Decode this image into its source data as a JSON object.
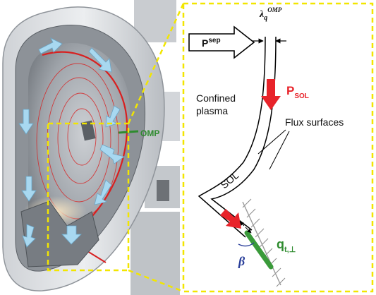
{
  "left_panel": {
    "omp_label": "OMP"
  },
  "right_panel": {
    "p_sep_base": "P",
    "p_sep_sup": "sep",
    "lambda_base": "λ",
    "lambda_sub": "q",
    "lambda_sup": "OMP",
    "p_sol_base": "P",
    "p_sol_sub": "SOL",
    "confined_line1": "Confined",
    "confined_line2": "plasma",
    "flux_surfaces": "Flux surfaces",
    "sol": "SOL",
    "q_base": "q",
    "q_sub": "t,⊥",
    "beta": "β"
  },
  "colors": {
    "highlight_box": "#f2e600",
    "heat_arrow": "#e8232a",
    "target_plate": "#3a9a3a",
    "omp_label": "#2e8b2e",
    "beta": "#2a3f9a",
    "flow_arrow": "#a8d8f0"
  }
}
